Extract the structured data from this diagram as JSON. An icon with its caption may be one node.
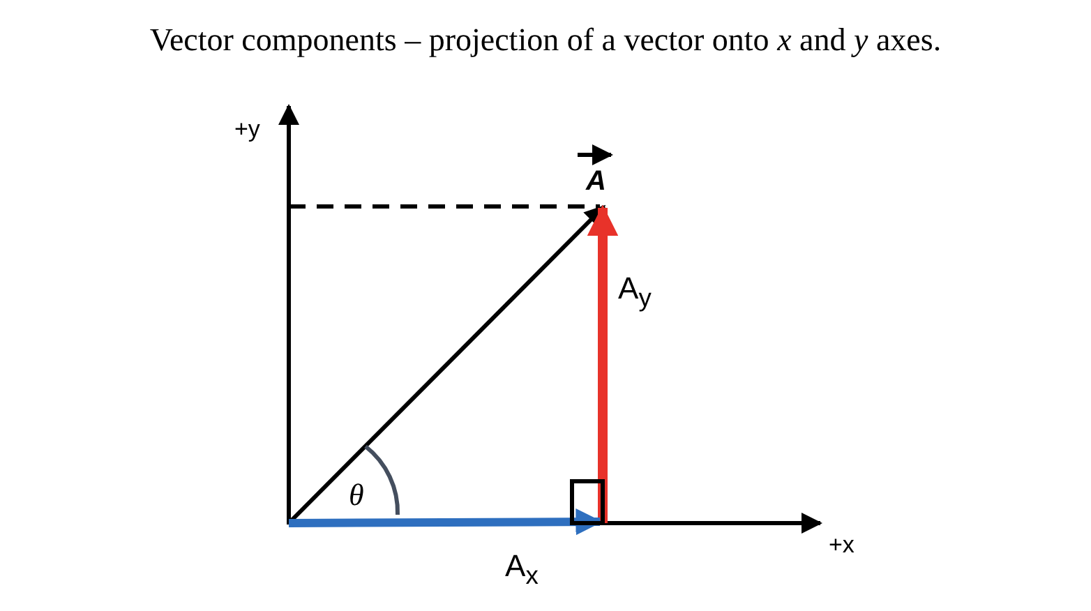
{
  "diagram": {
    "title": "Vector components – projection of a vector onto *x* and *y* axes.",
    "labels": [
      "+y",
      "A",
      "A$_{y}$",
      "θ",
      "A$_{x}$",
      "+x"
    ]
  }
}
